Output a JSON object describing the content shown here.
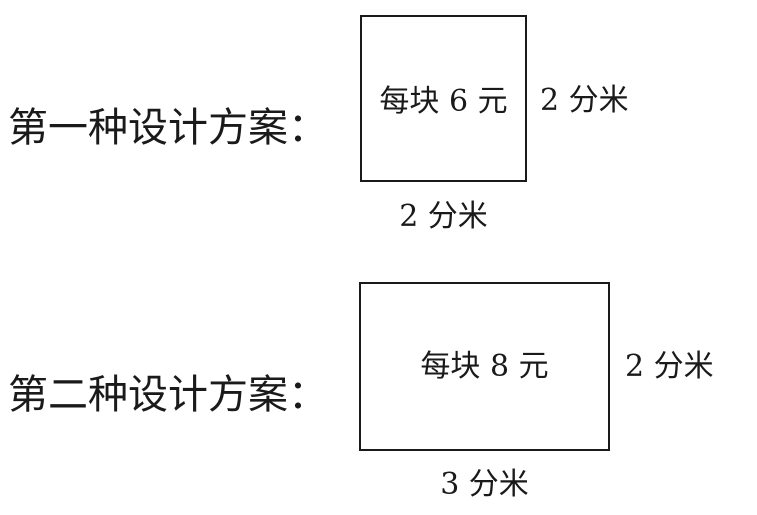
{
  "plans": [
    {
      "label": "第一种设计方案：",
      "tile_price": "每块 6 元",
      "side_dimension": "2 分米",
      "bottom_dimension": "2 分米"
    },
    {
      "label": "第二种设计方案：",
      "tile_price": "每块 8 元",
      "side_dimension": "2 分米",
      "bottom_dimension": "3 分米"
    }
  ]
}
